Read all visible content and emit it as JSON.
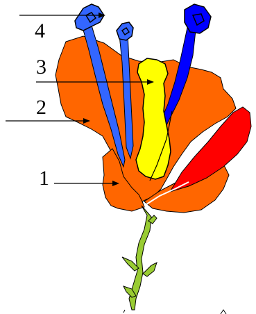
{
  "diagram": {
    "labels": [
      {
        "id": "label-1",
        "text": "1"
      },
      {
        "id": "label-2",
        "text": "2"
      },
      {
        "id": "label-3",
        "text": "3"
      },
      {
        "id": "label-4",
        "text": "4"
      }
    ],
    "colors": {
      "petal": "#ff6600",
      "stamen_light": "#3366ff",
      "stamen_dark": "#0000ff",
      "pistil": "#ffff00",
      "red_part": "#ff0000",
      "stem": "#99cc33",
      "outline": "#000000"
    }
  }
}
